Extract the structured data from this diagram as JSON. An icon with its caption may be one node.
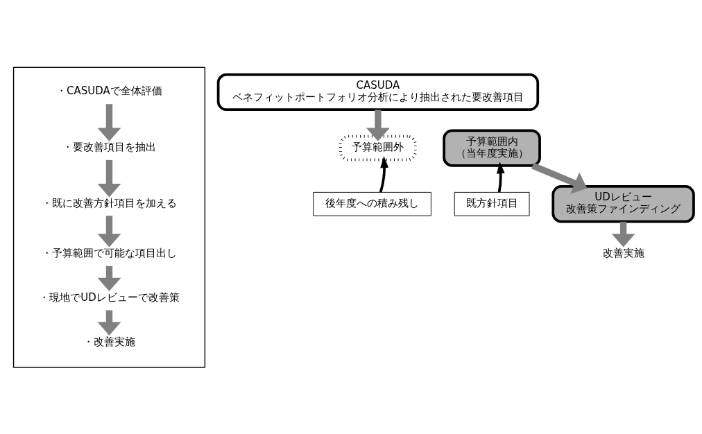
{
  "diagram": {
    "nodes": [
      {
        "text": [],
        "shape": "box"
      },
      {
        "text": [
          "・CASUDAで全体評価"
        ],
        "in": 0
      },
      {
        "text": [
          "・要改善項目を抽出"
        ],
        "in": 0
      },
      {
        "text": [
          "・既に改善方針項目を加える"
        ],
        "in": 0
      },
      {
        "text": [
          "・予算範囲で可能な項目出し"
        ],
        "in": 0
      },
      {
        "text": [
          "・現地でUDレビューで改善策"
        ],
        "in": 0
      },
      {
        "text": [
          "・改善実施"
        ],
        "in": 0
      },
      {
        "text": [
          "CASUDA",
          "ベネフィットポートフォリオ分析により抽出された要改善項目"
        ]
      },
      {
        "text": [
          "予算範囲外"
        ]
      },
      {
        "text": [
          "予算範囲内",
          "（当年度実施）"
        ]
      },
      {
        "text": [
          "後年度への積み残し"
        ]
      },
      {
        "text": [
          "既方針項目"
        ]
      },
      {
        "text": [
          "UDレビュー",
          "改善策ファインディング"
        ]
      },
      {
        "text": [
          "改善実施"
        ]
      }
    ],
    "edges": [
      {
        "from": 1,
        "to": 2,
        "arrow": "to"
      },
      {
        "from": 2,
        "to": 3,
        "arrow": "to"
      },
      {
        "from": 3,
        "to": 4,
        "arrow": "to"
      },
      {
        "from": 4,
        "to": 5,
        "arrow": "to"
      },
      {
        "from": 5,
        "to": 6,
        "arrow": "to"
      },
      {
        "from": 7,
        "to": 8,
        "arrow": "to"
      },
      {
        "from": 10,
        "to": 8,
        "arrow": "to",
        "color": "#000000"
      },
      {
        "from": 11,
        "to": 9,
        "arrow": "to",
        "color": "#000000"
      },
      {
        "from": 9,
        "to": 12,
        "arrow": "to"
      },
      {
        "from": 12,
        "to": 13,
        "arrow": "to"
      }
    ]
  }
}
